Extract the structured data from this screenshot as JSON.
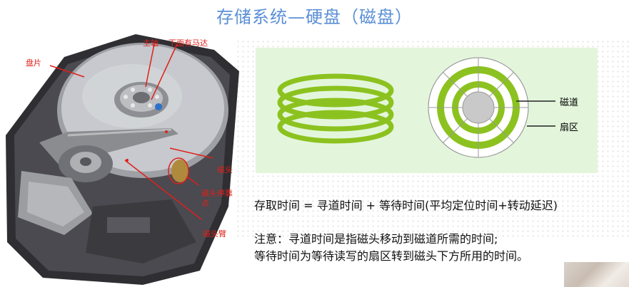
{
  "title": "存储系统—硬盘（磁盘）",
  "hdd_labels": {
    "platter": "盘片",
    "spindle": "主轴",
    "motor": "下面有马达",
    "head": "磁头",
    "park_line1": "磁头停靠",
    "park_line2": "点",
    "arm": "磁头臂"
  },
  "diagram_labels": {
    "track": "磁道",
    "sector": "扇区"
  },
  "formula": "存取时间 = 寻道时间 + 等待时间(平均定位时间+转动延迟)",
  "notes": {
    "line1": "注意：寻道时间是指磁头移动到磁道所需的时间;",
    "line2": "等待时间为等待读写的扇区转到磁头下方所用的时间。"
  },
  "colors": {
    "title": "#5b8fd6",
    "panel_bg": "#e3f6dc",
    "ring_green": "#8cc21f",
    "annotation_red": "#e0201a"
  }
}
